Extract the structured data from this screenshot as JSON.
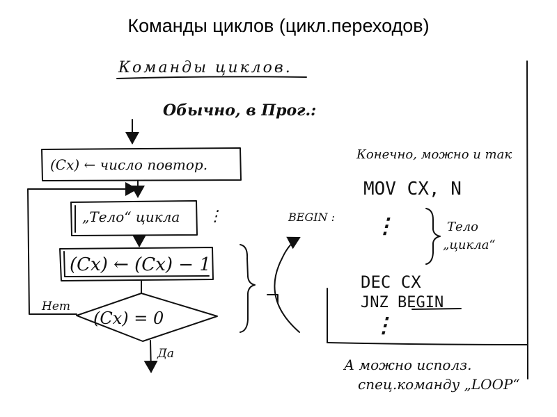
{
  "slide": {
    "title": "Команды циклов (цикл.переходов)"
  },
  "notes": {
    "heading": "Команды циклов.",
    "usually": "Обычно, в Прог.:",
    "of_course": "Конечно, можно и так",
    "alt_line1": "А можно исполз.",
    "alt_line2": "спец.команду „LOOP“"
  },
  "flowchart": {
    "init_box": "(Cx) ← число повтор.",
    "body_box": "„Тело“ цикла",
    "body_dots": "⋮",
    "decrement_box": "(Cx) ← (Cx) − 1",
    "condition": "(Cx) = 0",
    "no_label": "Нет",
    "yes_label": "Да"
  },
  "code": {
    "mov": "MOV  CX, N",
    "label": "BEGIN :",
    "dots": "⋮",
    "body_line1": "Тело",
    "body_line2": "„цикла“",
    "dec": "DEC CX",
    "jnz": "JNZ  BEGIN",
    "dots2": "⋮"
  },
  "colors": {
    "ink": "#111111",
    "paper": "#ffffff"
  }
}
